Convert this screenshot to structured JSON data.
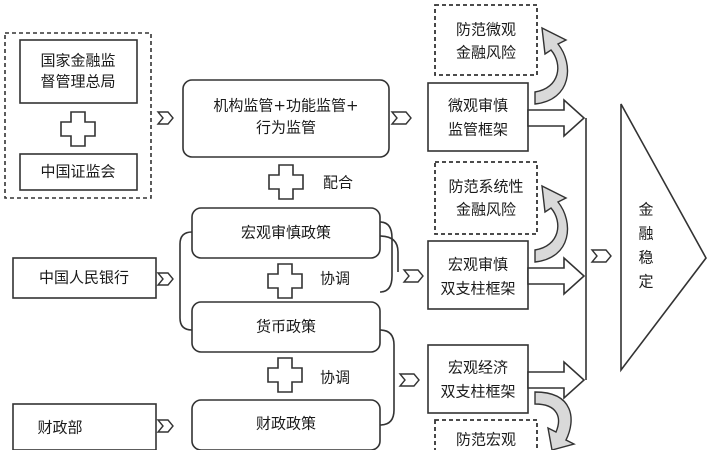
{
  "nodes": {
    "nfra": [
      "国家金融监",
      "督管理总局"
    ],
    "csrc": "中国证监会",
    "pboc": "中国人民银行",
    "mof": "财政部",
    "inst_func_behavior": [
      "机构监管+功能监管+",
      "行为监管"
    ],
    "macro_prudential_policy": "宏观审慎政策",
    "monetary_policy": "货币政策",
    "fiscal_policy": "财政政策",
    "micro_prudential_framework": [
      "微观审慎",
      "监管框架"
    ],
    "macro_prudential_framework": [
      "宏观审慎",
      "双支柱框架"
    ],
    "macro_economic_framework": [
      "宏观经济",
      "双支柱框架"
    ],
    "prevent_micro_risk": [
      "防范微观",
      "金融风险"
    ],
    "prevent_systemic_risk": [
      "防范系统性",
      "金融风险"
    ],
    "prevent_macro_partial": "防范宏观",
    "financial_stability": [
      "金",
      "融",
      "稳",
      "定"
    ]
  },
  "relations": {
    "cooperate": "配合",
    "coordinate_1": "协调",
    "coordinate_2": "协调"
  }
}
